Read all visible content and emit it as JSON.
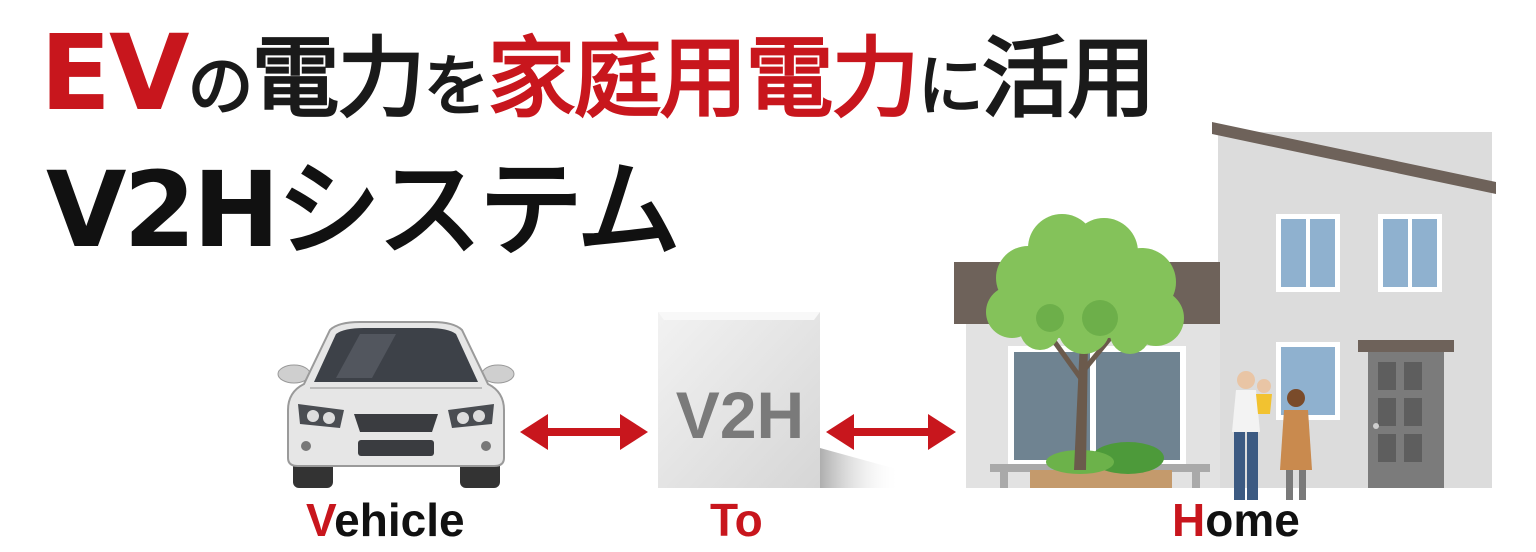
{
  "headline": {
    "part1": "EV",
    "part2": "の",
    "part3": "電力",
    "part4": "を",
    "part5": "家庭用電力",
    "part6": "に",
    "part7": "活用"
  },
  "subtitle": "V2Hシステム",
  "device_label": "V2H",
  "labels": {
    "vehicle_first": "V",
    "vehicle_rest": "ehicle",
    "to_text": "To",
    "home_first": "H",
    "home_rest": "ome"
  },
  "colors": {
    "accent_red": "#c8161d",
    "text_dark": "#111111"
  },
  "icons": [
    "car-icon",
    "v2h-box-icon",
    "house-icon",
    "tree-icon",
    "family-icon",
    "double-arrow-icon"
  ]
}
